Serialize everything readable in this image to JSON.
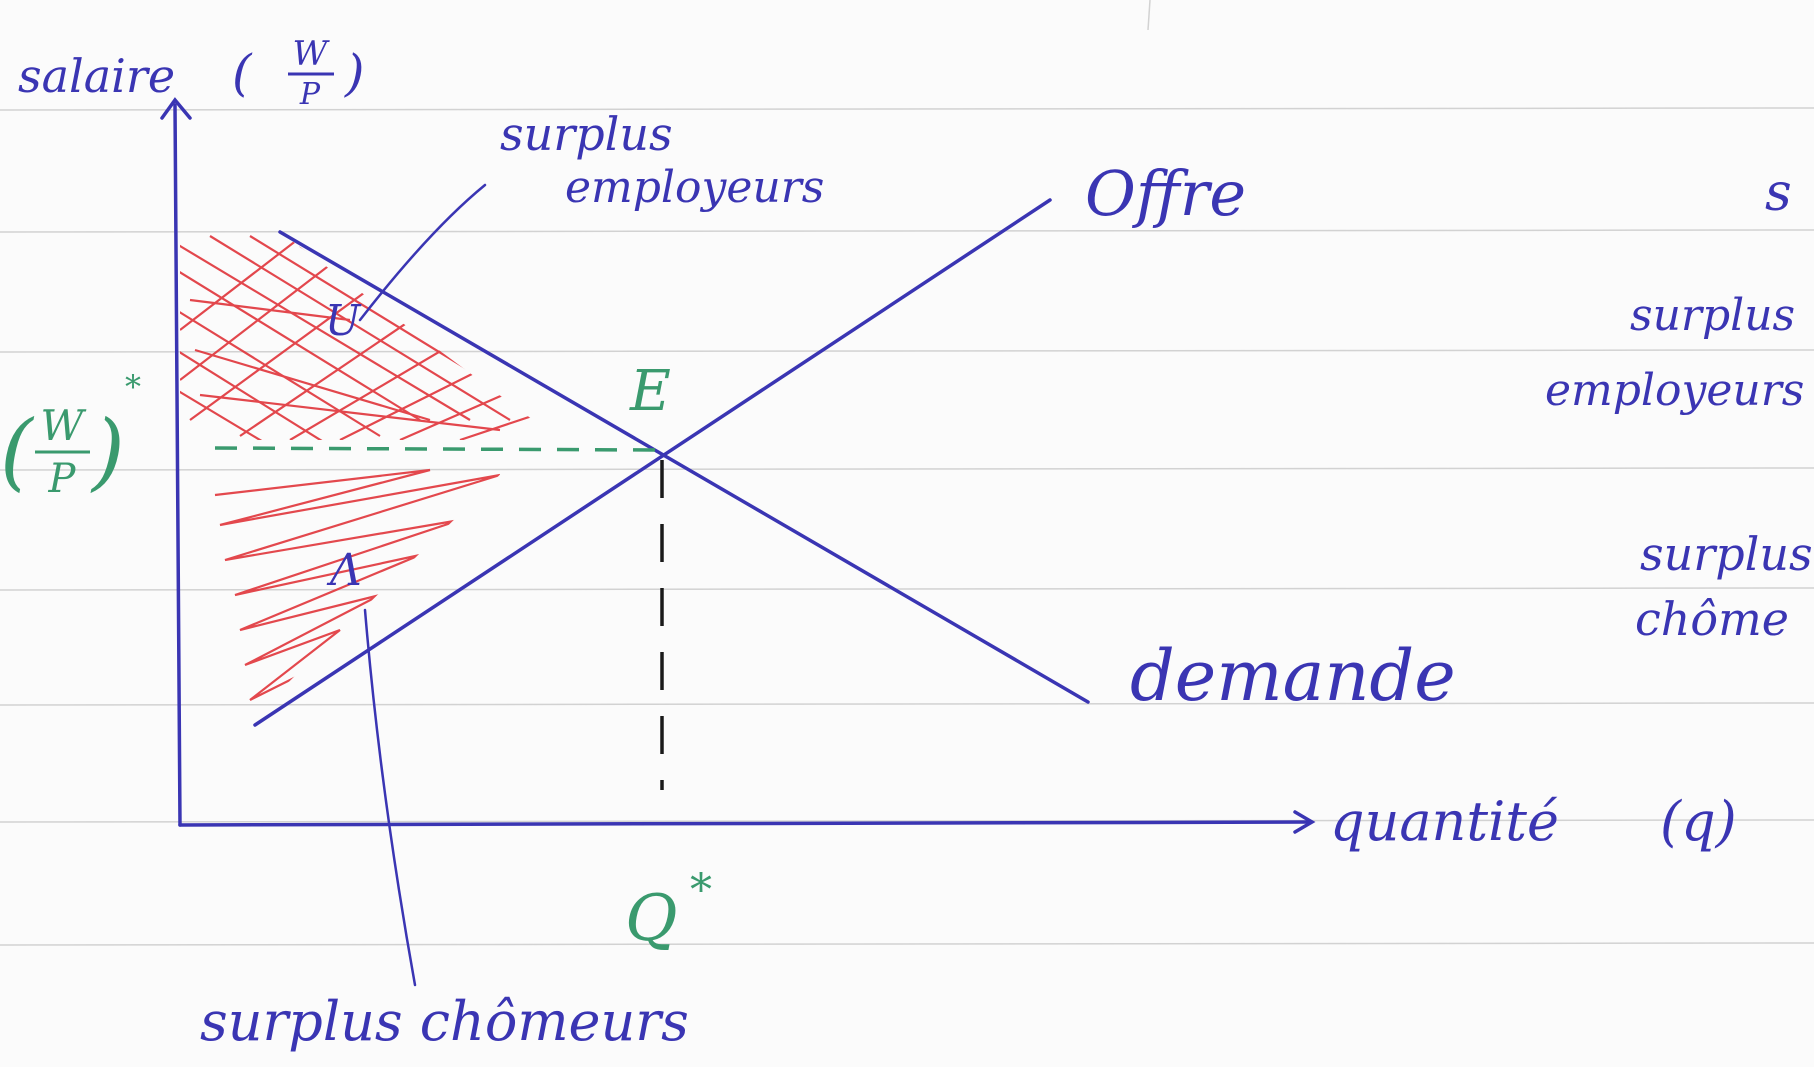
{
  "axes": {
    "y_label": "salaire",
    "y_unit_num": "W",
    "y_unit_den": "P",
    "x_label": "quantité",
    "x_unit": "(q)"
  },
  "curves": {
    "supply_label": "Offre",
    "demand_label": "demande"
  },
  "equilibrium": {
    "point_label": "E",
    "wage_num": "W",
    "wage_den": "P",
    "wage_star": "*",
    "quantity_label": "Q",
    "quantity_star": "*"
  },
  "surplus": {
    "employers_line1": "surplus",
    "employers_line2": "employeurs",
    "employers_symbol": "U",
    "workers_label": "surplus chômeurs",
    "workers_symbol": "Λ"
  },
  "margin_notes": {
    "top": "s",
    "employers_line1": "surplus",
    "employers_line2": "employeurs",
    "workers_line1": "surplus",
    "workers_line2": "chôme"
  },
  "colors": {
    "ink_blue": "#3a35b3",
    "ink_green": "#3a9a6e",
    "ink_red": "#e0343a",
    "ink_black": "#1a1a1a",
    "ruled_line": "#d2d2d2"
  }
}
